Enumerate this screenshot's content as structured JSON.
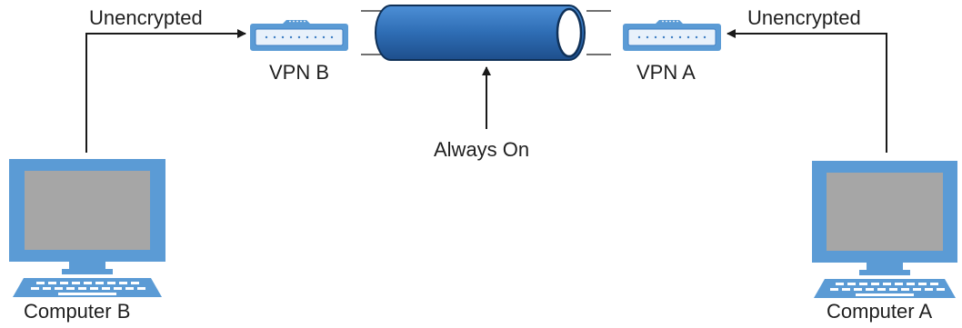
{
  "labels": {
    "computer_b": "Computer B",
    "computer_a": "Computer A",
    "vpn_b": "VPN B",
    "vpn_a": "VPN A",
    "link_left": "Unencrypted",
    "link_right": "Unencrypted",
    "tunnel_status": "Always On"
  },
  "icons": {
    "computer": "desktop-computer-icon",
    "vpn_device": "vpn-router-icon",
    "tunnel": "encrypted-tunnel-cylinder"
  },
  "colors": {
    "device_blue": "#5b9bd5",
    "screen_gray": "#a6a6a6",
    "tunnel_blue": "#2e6db4",
    "tunnel_dark": "#0f3057",
    "line": "#1a1a1a"
  }
}
